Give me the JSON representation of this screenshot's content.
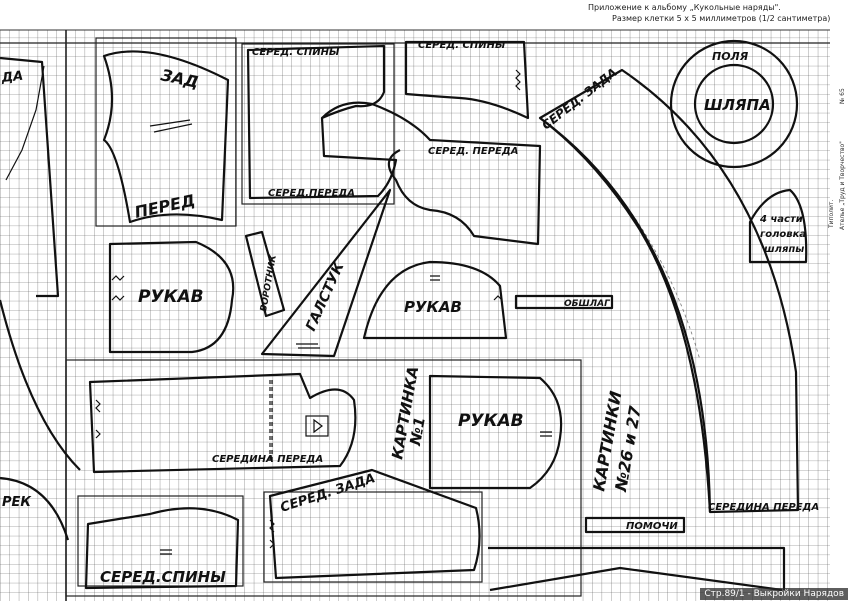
{
  "header": {
    "line1": "Приложение к альбому „Кукольные наряды\".",
    "line2": "Размер клетки 5 x 5 миллиметров (1/2 сантиметра)"
  },
  "side_text": {
    "tipografiya": "Типолит.",
    "atelier": "Ателье „Труд и Творчество\"",
    "order": "№ 65"
  },
  "labels": {
    "zad": "ЗАД",
    "pered": "ПЕРЕД",
    "sered_spiny_1": "СЕРЕД. СПИНЫ",
    "sered_spiny_2": "СЕРЕД. СПИНЫ",
    "sered_pereda_1": "СЕРЕД.ПЕРЕДА",
    "sered_pereda_2": "СЕРЕД. ПЕРЕДА",
    "sered_zada_1": "СЕРЕД. ЗАДА",
    "sered_zada_2": "СЕРЕД. ЗАДА",
    "polya": "ПОЛЯ",
    "shlyapa": "ШЛЯПА",
    "golovka_1": "4 части",
    "golovka_2": "головка",
    "golovka_3": "шляпы",
    "rukav_1": "РУКАВ",
    "rukav_2": "РУКАВ",
    "rukav_3": "РУКАВ",
    "vorotnik": "ВОРОТНИК",
    "galstuk": "ГАЛСТУК",
    "obshlag": "ОБШЛАГ",
    "kartinka_1a": "КАРТИНКА",
    "kartinka_1b": "№1",
    "kartinki_a": "КАРТИНКИ",
    "kartinki_b": "№26 и 27",
    "seredina_pereda_1": "СЕРЕДИНА ПЕРЕДА",
    "seredina_pereda_2": "СЕРЕДИНА ПЕРЕДА",
    "pomochi": "ПОМОЧИ",
    "sered_spiny_3": "СЕРЕД.СПИНЫ",
    "rek": "РЕК",
    "da": "ДА"
  },
  "watermark": "Стр.89/1 - Выкройки Нарядов"
}
